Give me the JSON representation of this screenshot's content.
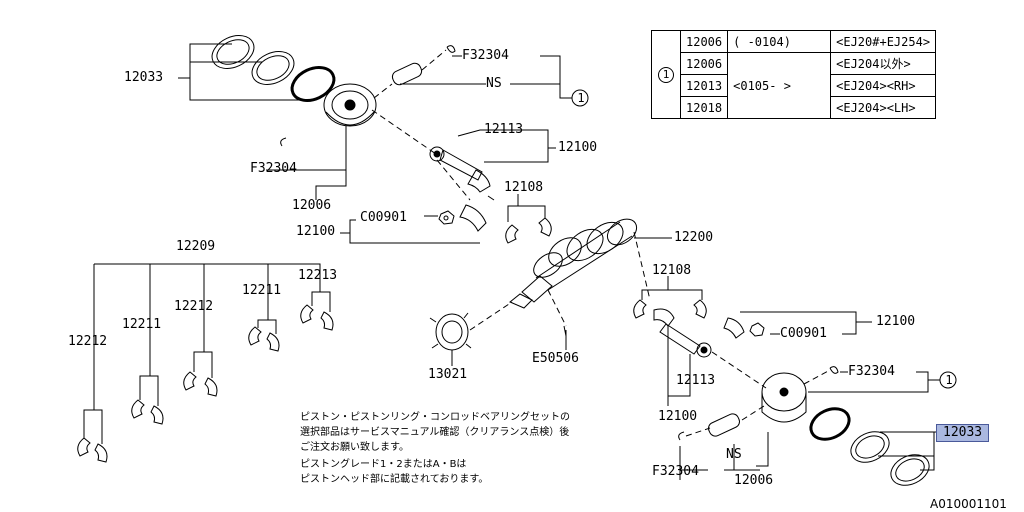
{
  "labels": {
    "p12033_top": "12033",
    "p12033_hl": "12033",
    "f32304_a": "F32304",
    "ns_a": "NS",
    "f32304_b": "F32304",
    "p12006_a": "12006",
    "p12113_a": "12113",
    "p12100_a": "12100",
    "p12108_a": "12108",
    "c00901_a": "C00901",
    "p12100_b": "12100",
    "p12200": "12200",
    "p12209": "12209",
    "p12212_a": "12212",
    "p12211_a": "12211",
    "p12213": "12213",
    "p12211_b": "12211",
    "p12212_b": "12212",
    "p13021": "13021",
    "e50506": "E50506",
    "p12108_b": "12108",
    "c00901_b": "C00901",
    "p12100_c": "12100",
    "p12113_b": "12113",
    "p12100_d": "12100",
    "f32304_c": "F32304",
    "ns_b": "NS",
    "f32304_d": "F32304",
    "p12006_b": "12006"
  },
  "callout_marker": "1",
  "legend": {
    "marker": "1",
    "rows": [
      {
        "part": "12006",
        "range": "(      -0104)",
        "applicability": "<EJ20#+EJ254>"
      },
      {
        "part": "12006",
        "range": "<0105-      >",
        "applicability": "<EJ204以外>"
      },
      {
        "part": "12013",
        "range": "",
        "applicability": "<EJ204><RH>"
      },
      {
        "part": "12018",
        "range": "",
        "applicability": "<EJ204><LH>"
      }
    ]
  },
  "note": {
    "line1": "ピストン・ピストンリング・コンロッドベアリングセットの",
    "line2": "選択部品はサービスマニュアル確認（クリアランス点検）後",
    "line3": "ご注文お願い致します。",
    "line4": "ピストングレード1・2またはA・Bは",
    "line5": "ピストンヘッド部に記載されております。"
  },
  "diagram_code": "A010001101",
  "colors": {
    "highlight": "#aab8e0",
    "line": "#000000"
  }
}
